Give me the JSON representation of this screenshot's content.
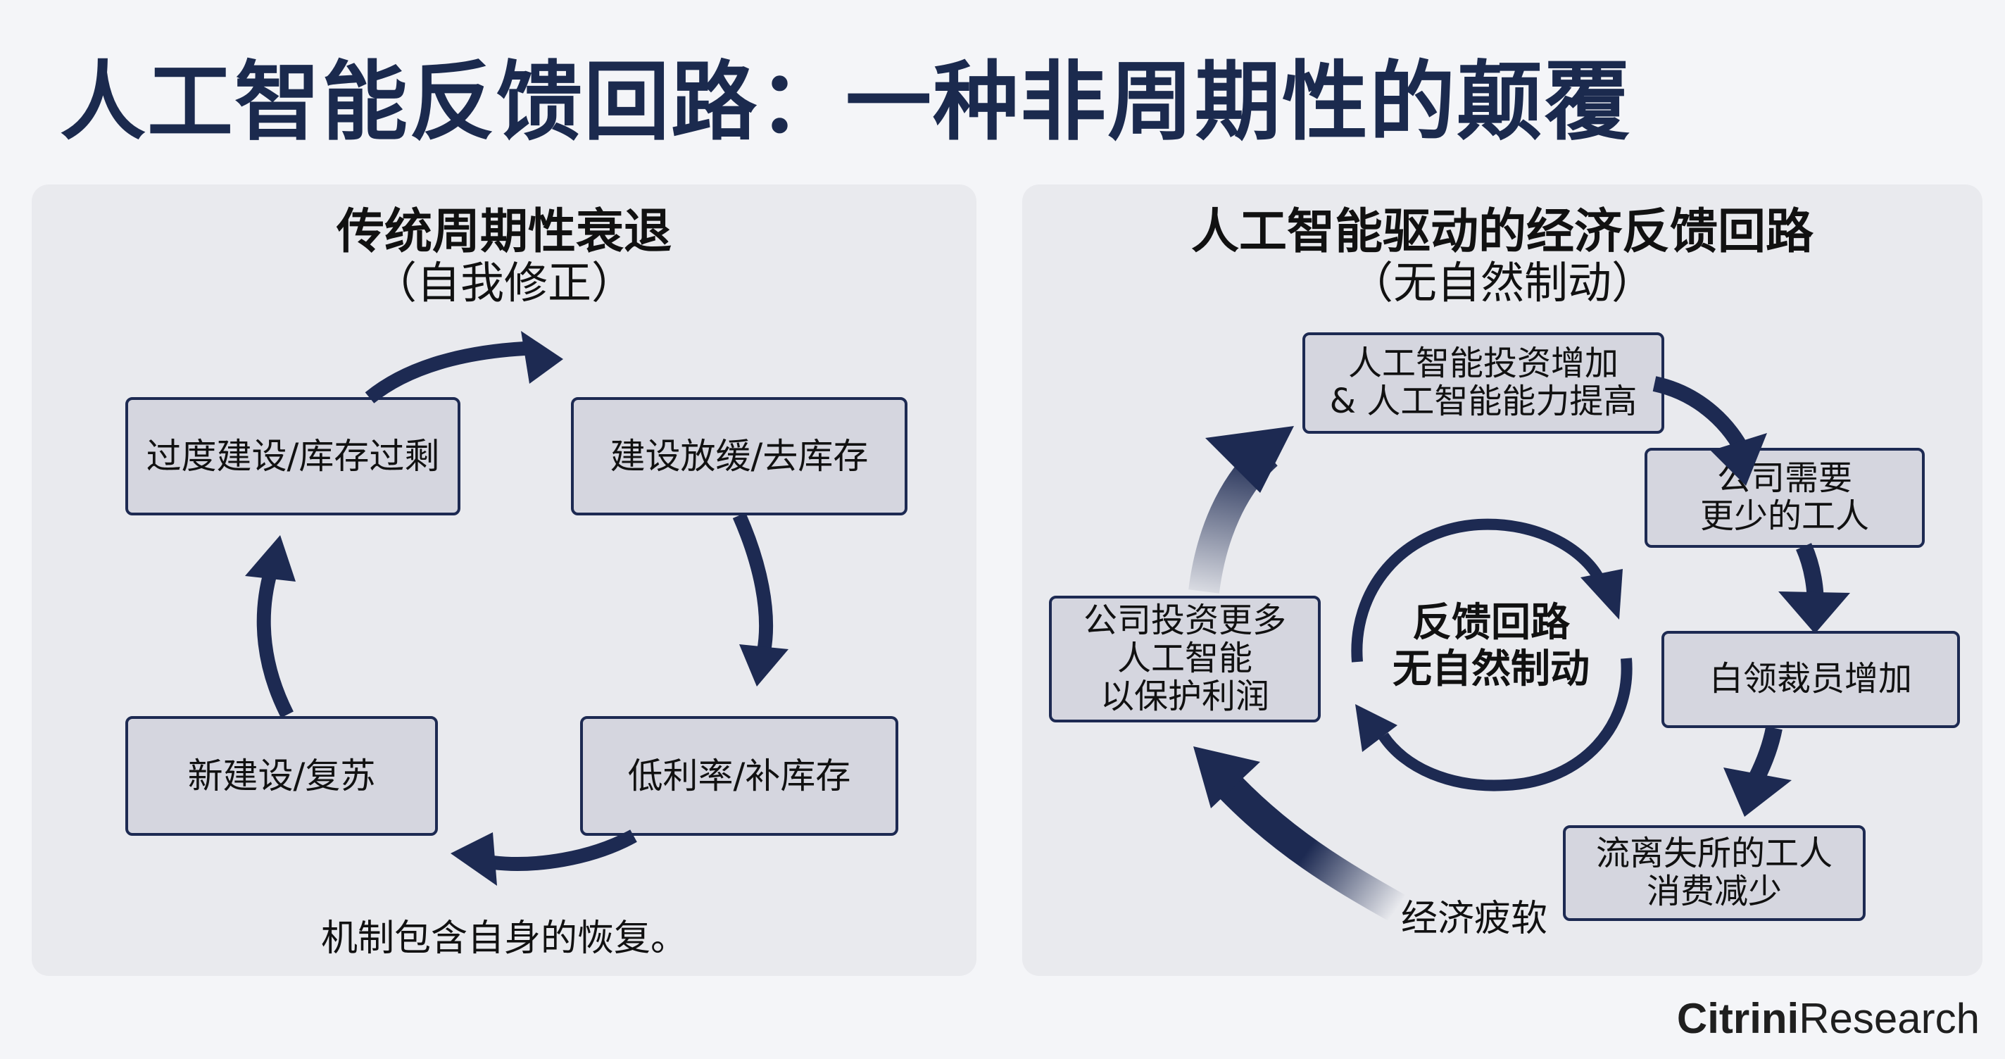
{
  "title": "人工智能反馈回路：一种非周期性的颠覆",
  "left_panel": {
    "heading": "传统周期性衰退",
    "subheading": "（自我修正）",
    "nodes": [
      "过度建设/库存过剩",
      "建设放缓/去库存",
      "低利率/补库存",
      "新建设/复苏"
    ],
    "footer": "机制包含自身的恢复。"
  },
  "right_panel": {
    "heading": "人工智能驱动的经济反馈回路",
    "subheading": "（无自然制动）",
    "nodes": [
      "人工智能投资增加\n& 人工智能能力提高",
      "公司需要\n更少的工人",
      "白领裁员增加",
      "流离失所的工人\n消费减少",
      "公司投资更多\n人工智能\n以保护利润"
    ],
    "center_label": "反馈回路\n无自然制动",
    "arrow_label": "经济疲软"
  },
  "brand": {
    "bold": "Citrini",
    "light": "Research"
  },
  "colors": {
    "navy": "#1d2a52",
    "title": "#1b2a4e",
    "node_fill": "#d5d6df",
    "panel_bg": "#e9eaee",
    "page_bg": "#f4f5f8"
  }
}
